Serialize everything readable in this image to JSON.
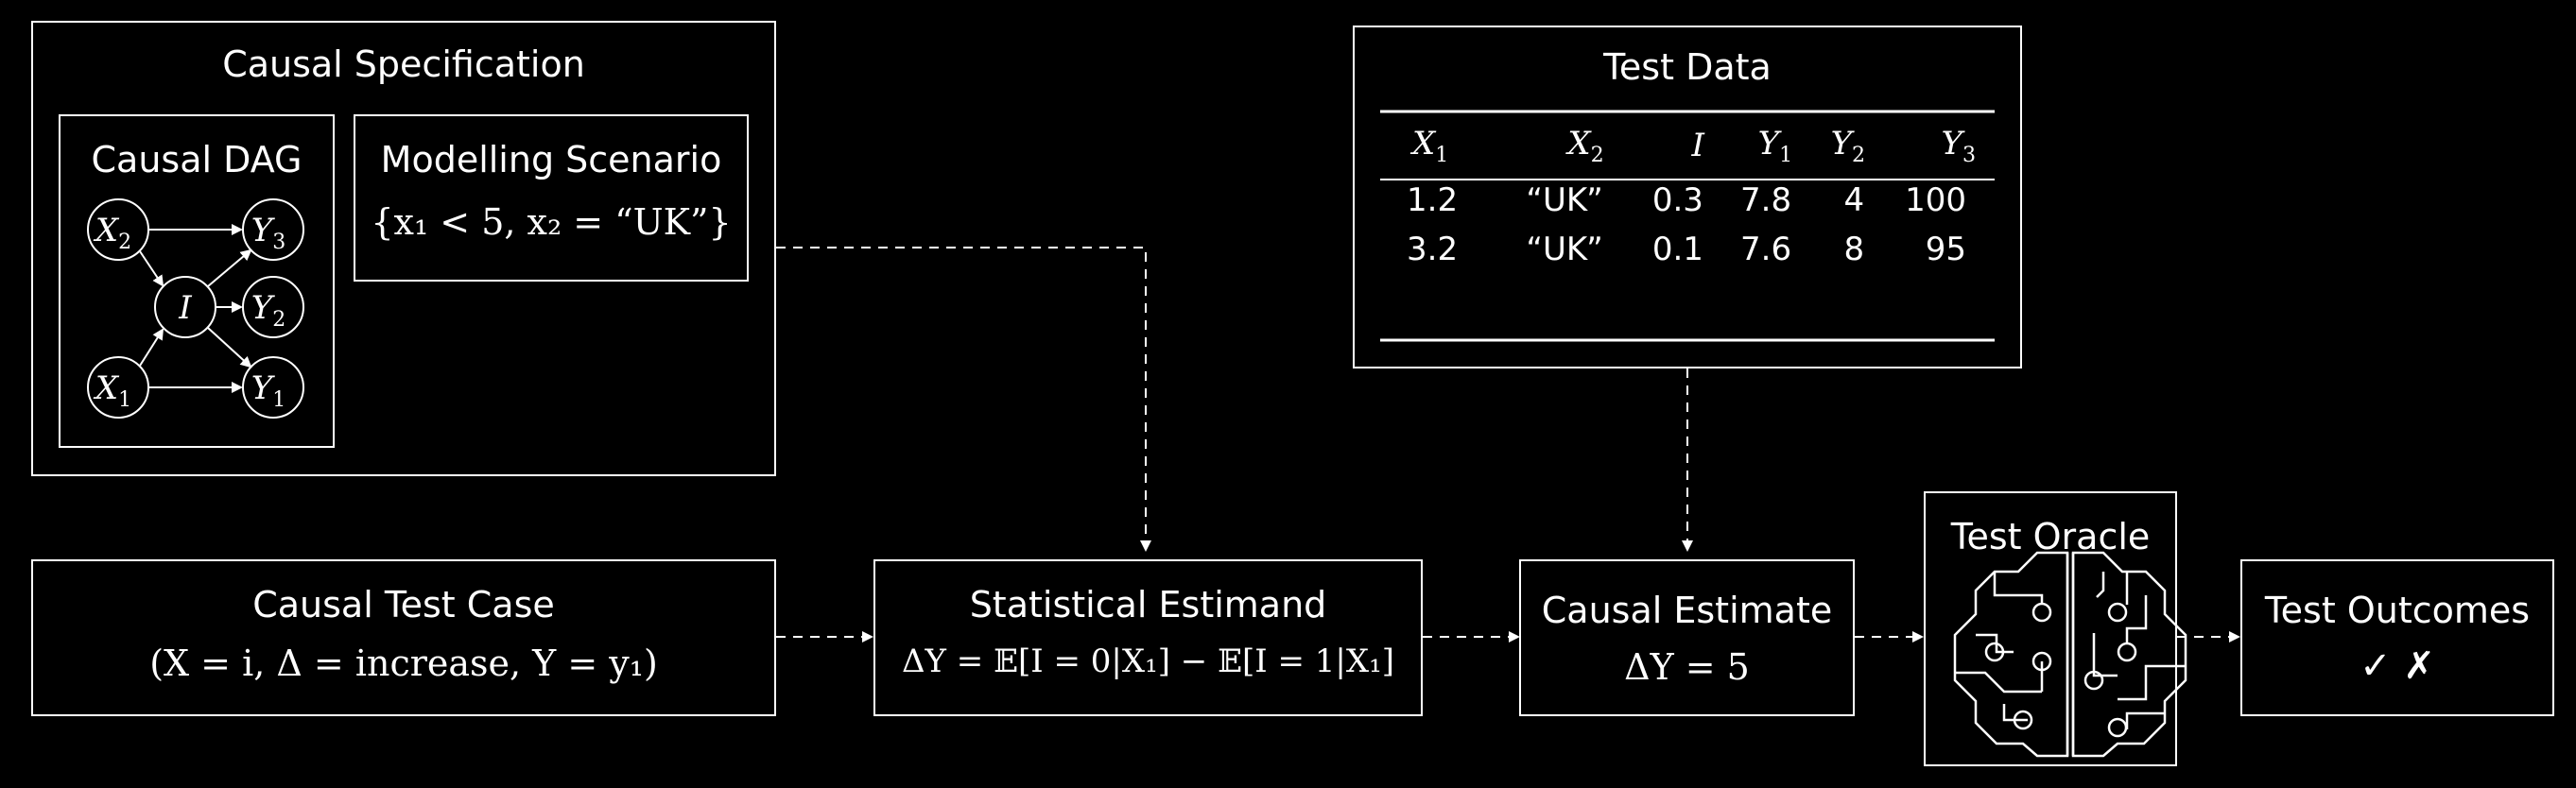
{
  "causal_spec": {
    "title": "Causal Specification",
    "dag": {
      "title": "Causal DAG",
      "nodes": {
        "x2": "X",
        "x2_sub": "2",
        "y3": "Y",
        "y3_sub": "3",
        "i": "I",
        "y2": "Y",
        "y2_sub": "2",
        "x1": "X",
        "x1_sub": "1",
        "y1": "Y",
        "y1_sub": "1"
      }
    },
    "scenario": {
      "title": "Modelling Scenario",
      "formula": "{x₁ < 5, x₂ = “UK”}"
    }
  },
  "test_data": {
    "title": "Test Data",
    "columns": [
      "X",
      "X",
      "I",
      "Y",
      "Y",
      "Y"
    ],
    "column_subs": [
      "1",
      "2",
      "",
      "1",
      "2",
      "3"
    ],
    "rows": [
      [
        "1.2",
        "“UK”",
        "0.3",
        "7.8",
        "4",
        "100"
      ],
      [
        "3.2",
        "“UK”",
        "0.1",
        "7.6",
        "8",
        "95"
      ]
    ]
  },
  "test_case": {
    "title": "Causal Test Case",
    "formula": "(X = i, Δ = increase, Y = y₁)"
  },
  "estimand": {
    "title": "Statistical Estimand",
    "formula": "ΔY = 𝔼[I = 0|X₁] − 𝔼[I = 1|X₁]"
  },
  "estimate": {
    "title": "Causal Estimate",
    "formula": "ΔY = 5"
  },
  "oracle": {
    "title": "Test Oracle",
    "icon": "brain-circuit-icon"
  },
  "outcomes": {
    "title": "Test Outcomes",
    "marks": "✓ ✗"
  },
  "colors": {
    "background": "#000000",
    "foreground": "#ffffff"
  }
}
